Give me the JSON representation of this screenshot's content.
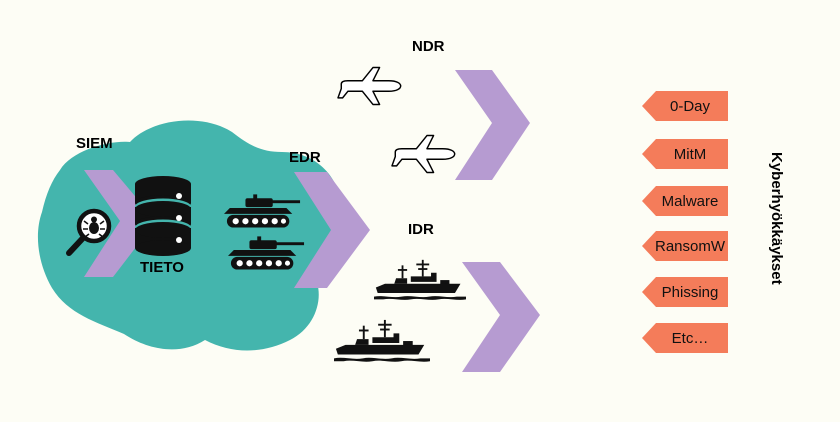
{
  "labels": {
    "siem": "SIEM",
    "edr": "EDR",
    "ndr": "NDR",
    "idr": "IDR",
    "tieto": "TIETO",
    "side_title": "Kyberhyökkäykset"
  },
  "attacks": [
    "0-Day",
    "MitM",
    "Malware",
    "RansomW",
    "Phissing",
    "Etc…"
  ],
  "icons": {
    "siem": "magnifier-bug-icon",
    "data": "database-icon",
    "edr": "tank-icon",
    "ndr": "airplane-icon",
    "idr": "warship-icon"
  },
  "colors": {
    "blob": "#44b5ad",
    "chevron": "#b69bd1",
    "attack_tag": "#f47c5a",
    "background": "#fdfdf5"
  }
}
